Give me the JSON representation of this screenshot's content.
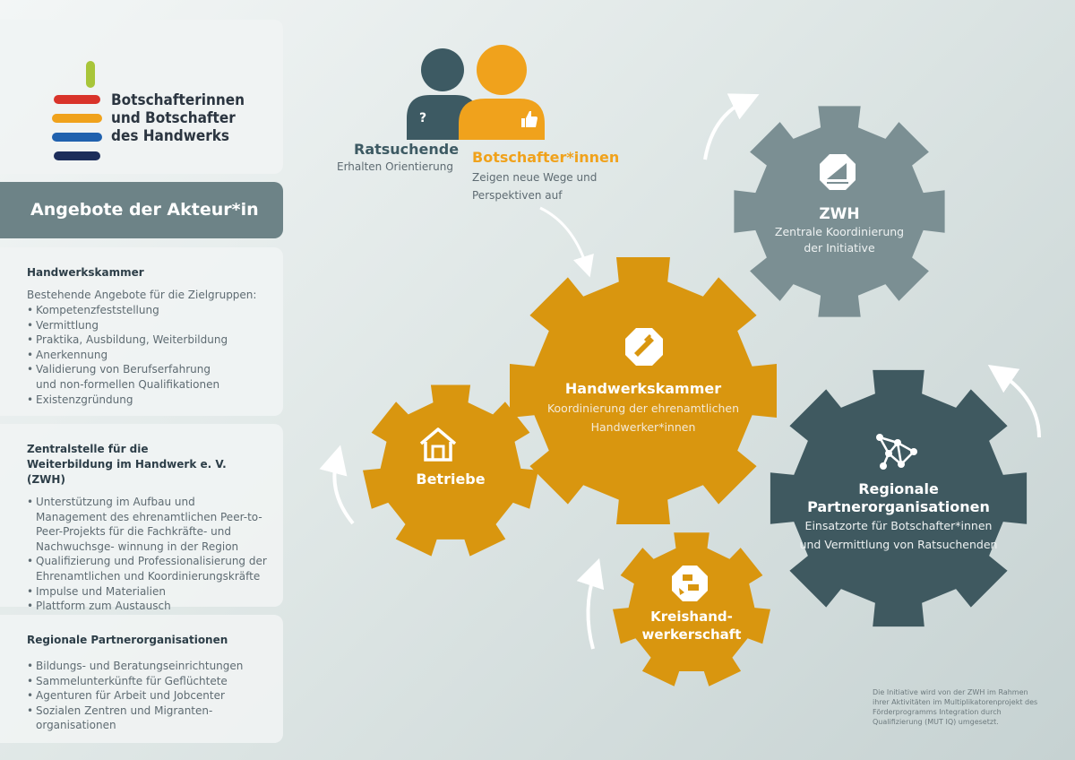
{
  "logo": {
    "lines": [
      "Botschafterinnen",
      "und Botschafter",
      "des Handwerks"
    ],
    "colors": [
      "#a8c539",
      "#d9332a",
      "#f0a21c",
      "#2061ae",
      "#1c2d5a"
    ]
  },
  "sidebar": {
    "heading": "Angebote der Akteur*in",
    "sections": [
      {
        "title": "Handwerkskammer",
        "intro": "Bestehende Angebote für die Zielgruppen:",
        "items": [
          "Kompetenzfeststellung",
          "Vermittlung",
          "Praktika, Ausbildung, Weiterbildung",
          "Anerkennung",
          "Validierung von Berufserfahrung und non-formellen Qualifikationen",
          "Existenzgründung"
        ]
      },
      {
        "title": "Zentralstelle für die Weiterbildung im Handwerk e. V. (ZWH)",
        "items": [
          "Unterstützung im Aufbau und Management des ehrenamtlichen Peer-to-Peer-Projekts für die Fachkräfte- und Nachwuchsge- winnung in der Region",
          "Qualifizierung und Professionalisierung der Ehrenamtlichen und Koordinierungskräfte",
          "Impulse und Materialien",
          "Plattform zum Austausch"
        ]
      },
      {
        "title": "Regionale Partnerorganisationen",
        "items": [
          "Bildungs- und Beratungseinrichtungen",
          "Sammelunterkünfte für Geflüchtete",
          "Agenturen für Arbeit und Jobcenter",
          "Sozialen Zentren und Migranten- organisationen"
        ]
      }
    ]
  },
  "people": {
    "seeker": {
      "title": "Ratsuchende",
      "subtitle": "Erhalten Orientierung",
      "symbol": "?",
      "color": "#3d5a63",
      "icon": "question-mark-icon"
    },
    "ambassador": {
      "title": "Botschafter*innen",
      "subtitle": [
        "Zeigen neue Wege und",
        "Perspektiven auf"
      ],
      "color": "#f0a21c",
      "icon": "thumbs-up-icon"
    }
  },
  "gears": {
    "zwh": {
      "title": "ZWH",
      "subtitle": [
        "Zentrale Koordinierung",
        "der Initiative"
      ],
      "color": "#7b8f93",
      "icon": "zwh-logo-icon"
    },
    "handwerkskammer": {
      "title": "Handwerkskammer",
      "subtitle": [
        "Koordinierung der ehrenamtlichen",
        "Handwerker*innen"
      ],
      "color": "#d9960f",
      "icon": "handwerkskammer-logo-icon"
    },
    "betriebe": {
      "title": "Betriebe",
      "color": "#d9960f",
      "icon": "house-icon"
    },
    "regional": {
      "title": [
        "Regionale",
        "Partnerorganisationen"
      ],
      "subtitle": [
        "Einsatzorte für Botschafter*innen",
        "und Vermittlung von Ratsuchenden"
      ],
      "color": "#3f5960",
      "icon": "network-icon"
    },
    "kreis": {
      "title": [
        "Kreishand-",
        "werkerschaft"
      ],
      "color": "#d9960f",
      "icon": "kreishandwerkerschaft-logo-icon"
    }
  },
  "footnote": "Die Initiative wird von der ZWH im Rahmen ihrer Aktivitäten im Multiplikatorenprojekt des Förderprogramms Integration durch Qualifizierung (MUT IQ) umgesetzt."
}
